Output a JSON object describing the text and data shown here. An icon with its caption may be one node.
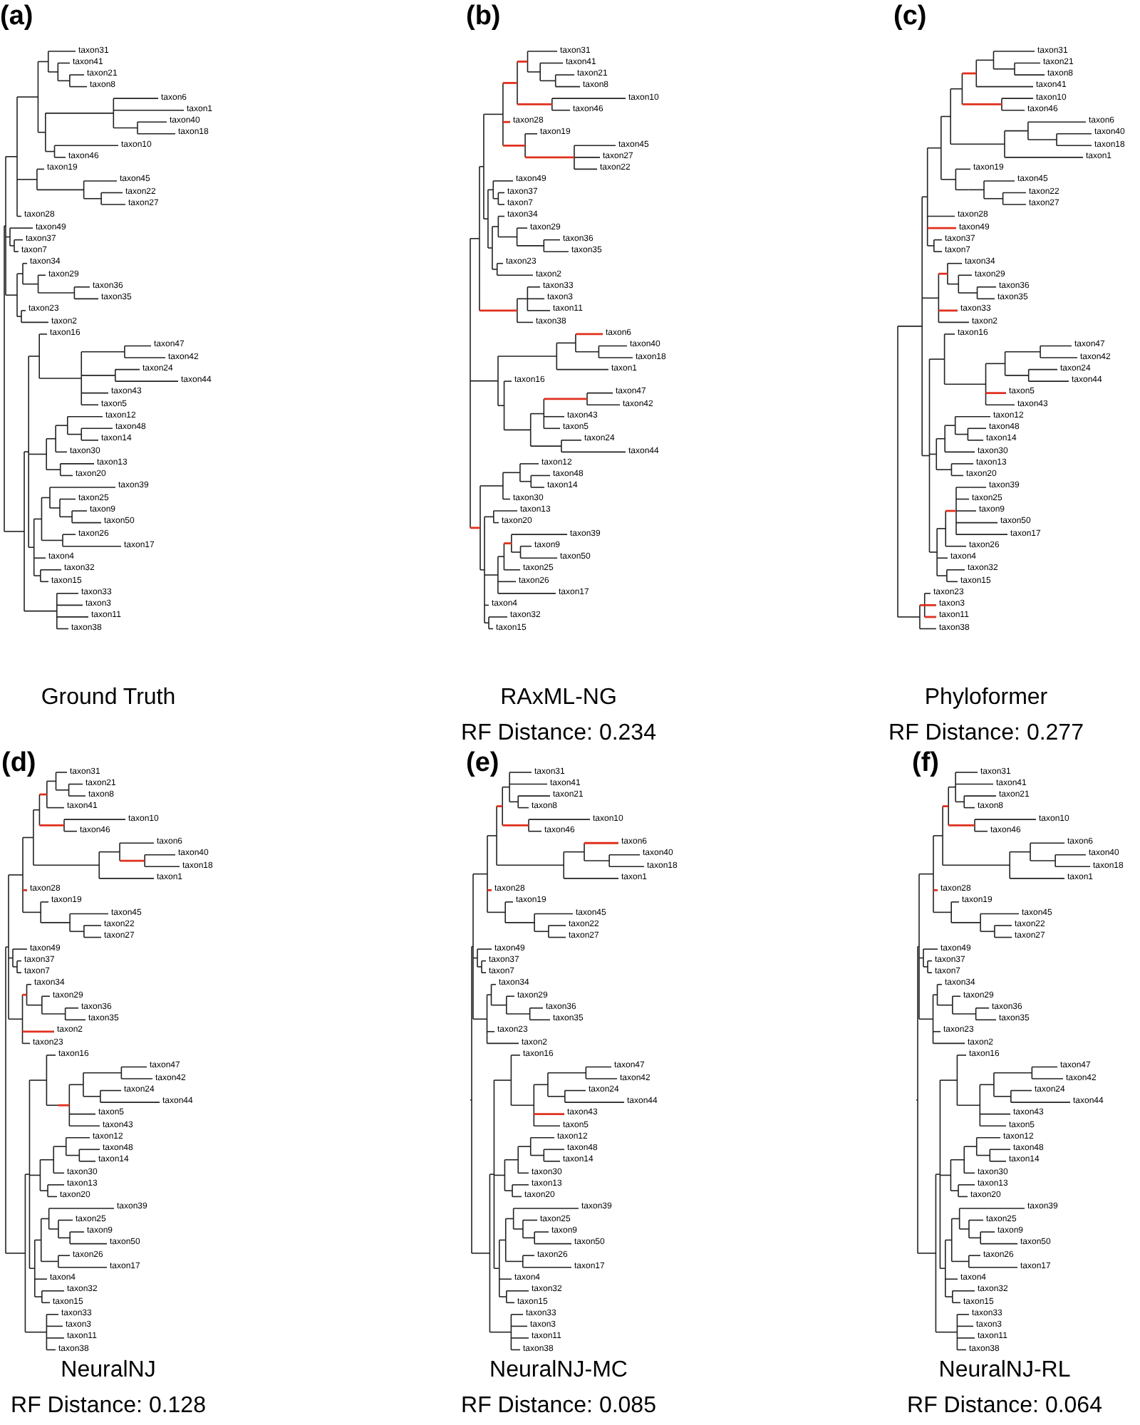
{
  "diagram": {
    "labels": [
      "(a)",
      "taxon31",
      "taxon41",
      "taxon21",
      "taxon8",
      "taxon6",
      "taxon1",
      "taxon40",
      "taxon18",
      "taxon10",
      "taxon46",
      "taxon19",
      "taxon45",
      "taxon22",
      "taxon27",
      "taxon28",
      "taxon49",
      "taxon37",
      "taxon7",
      "taxon34",
      "taxon29",
      "taxon36",
      "taxon35",
      "taxon23",
      "taxon2",
      "taxon16",
      "taxon47",
      "taxon42",
      "taxon24",
      "taxon44",
      "taxon43",
      "taxon5",
      "taxon12",
      "taxon48",
      "taxon14",
      "taxon30",
      "taxon13",
      "taxon20",
      "taxon39",
      "taxon25",
      "taxon9",
      "taxon50",
      "taxon26",
      "taxon17",
      "taxon4",
      "taxon32",
      "taxon15",
      "taxon33",
      "taxon3",
      "taxon11",
      "taxon38",
      "Ground Truth",
      "(b)",
      "taxon31",
      "taxon41",
      "taxon21",
      "taxon8",
      "taxon10",
      "taxon46",
      "taxon28",
      "taxon19",
      "taxon45",
      "taxon27",
      "taxon22",
      "taxon49",
      "taxon37",
      "taxon7",
      "taxon34",
      "taxon29",
      "taxon36",
      "taxon35",
      "taxon23",
      "taxon2",
      "taxon33",
      "taxon3",
      "taxon11",
      "taxon38",
      "taxon6",
      "taxon40",
      "taxon18",
      "taxon1",
      "taxon16",
      "taxon47",
      "taxon42",
      "taxon43",
      "taxon5",
      "taxon24",
      "taxon44",
      "taxon12",
      "taxon48",
      "taxon14",
      "taxon30",
      "taxon13",
      "taxon20",
      "taxon39",
      "taxon9",
      "taxon50",
      "taxon25",
      "taxon26",
      "taxon17",
      "taxon4",
      "taxon32",
      "taxon15",
      "RAxML-NG",
      "RF Distance: 0.234",
      "(c)",
      "taxon31",
      "taxon21",
      "taxon8",
      "taxon41",
      "taxon10",
      "taxon46",
      "taxon6",
      "taxon40",
      "taxon18",
      "taxon1",
      "taxon19",
      "taxon45",
      "taxon22",
      "taxon27",
      "taxon28",
      "taxon49",
      "taxon37",
      "taxon7",
      "taxon34",
      "taxon29",
      "taxon36",
      "taxon35",
      "taxon33",
      "taxon2",
      "taxon16",
      "taxon47",
      "taxon42",
      "taxon24",
      "taxon44",
      "taxon5",
      "taxon43",
      "taxon12",
      "taxon48",
      "taxon14",
      "taxon30",
      "taxon13",
      "taxon20",
      "taxon39",
      "taxon25",
      "taxon9",
      "taxon50",
      "taxon17",
      "taxon26",
      "taxon4",
      "taxon32",
      "taxon15",
      "taxon23",
      "taxon3",
      "taxon11",
      "taxon38",
      "Phyloformer",
      "RF Distance: 0.277",
      "(d)",
      "taxon31",
      "taxon21",
      "taxon8",
      "taxon41",
      "taxon10",
      "taxon46",
      "taxon6",
      "taxon40",
      "taxon18",
      "taxon1",
      "taxon28",
      "taxon19",
      "taxon45",
      "taxon22",
      "taxon27",
      "taxon49",
      "taxon37",
      "taxon7",
      "taxon34",
      "taxon29",
      "taxon36",
      "taxon35",
      "taxon2",
      "taxon23",
      "taxon16",
      "taxon47",
      "taxon42",
      "taxon24",
      "taxon44",
      "taxon5",
      "taxon43",
      "taxon12",
      "taxon48",
      "taxon14",
      "taxon30",
      "taxon13",
      "taxon20",
      "taxon39",
      "taxon25",
      "taxon9",
      "taxon50",
      "taxon26",
      "taxon17",
      "taxon4",
      "taxon32",
      "taxon15",
      "taxon33",
      "taxon3",
      "taxon11",
      "taxon38",
      "NeuralNJ",
      "RF Distance: 0.128",
      "(e)",
      "taxon31",
      "taxon41",
      "taxon21",
      "taxon8",
      "taxon10",
      "taxon46",
      "taxon6",
      "taxon40",
      "taxon18",
      "taxon1",
      "taxon28",
      "taxon19",
      "taxon45",
      "taxon22",
      "taxon27",
      "taxon49",
      "taxon37",
      "taxon7",
      "taxon34",
      "taxon29",
      "taxon36",
      "taxon35",
      "taxon23",
      "taxon2",
      "taxon16",
      "taxon47",
      "taxon42",
      "taxon24",
      "taxon44",
      "taxon43",
      "taxon5",
      "taxon12",
      "taxon48",
      "taxon14",
      "taxon30",
      "taxon13",
      "taxon20",
      "taxon39",
      "taxon25",
      "taxon9",
      "taxon50",
      "taxon26",
      "taxon17",
      "taxon4",
      "taxon32",
      "taxon15",
      "taxon33",
      "taxon3",
      "taxon11",
      "taxon38",
      "NeuralNJ-MC",
      "RF Distance: 0.085",
      "(f)",
      "taxon31",
      "taxon41",
      "taxon21",
      "taxon8",
      "taxon10",
      "taxon46",
      "taxon6",
      "taxon40",
      "taxon18",
      "taxon1",
      "taxon28",
      "taxon19",
      "taxon45",
      "taxon22",
      "taxon27",
      "taxon49",
      "taxon37",
      "taxon7",
      "taxon34",
      "taxon29",
      "taxon36",
      "taxon35",
      "taxon23",
      "taxon2",
      "taxon16",
      "taxon47",
      "taxon42",
      "taxon24",
      "taxon44",
      "taxon43",
      "taxon5",
      "taxon12",
      "taxon48",
      "taxon14",
      "taxon30",
      "taxon13",
      "taxon20",
      "taxon39",
      "taxon25",
      "taxon9",
      "taxon50",
      "taxon26",
      "taxon17",
      "taxon4",
      "taxon32",
      "taxon15",
      "taxon33",
      "taxon3",
      "taxon11",
      "taxon38",
      "NeuralNJ-RL",
      "RF Distance: 0.064"
    ]
  }
}
